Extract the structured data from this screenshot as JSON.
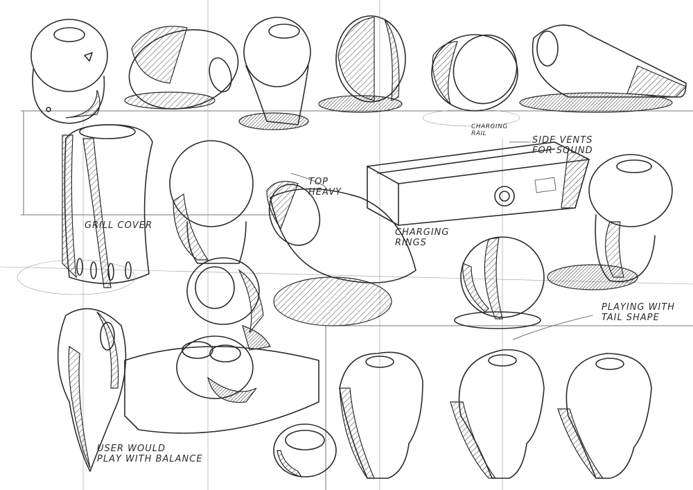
{
  "sketch": {
    "annotations": {
      "grill_cover": "GRILL COVER",
      "top_heavy": "TOP\nHEAVY",
      "side_vents": "SIDE VENTS\nFOR SOUND",
      "charging_rail": "CHARGING\nRAIL",
      "charging_rings": "CHARGING\nRINGS",
      "playing_tail": "PLAYING WITH\nTAIL SHAPE",
      "user_balance": "USER WOULD\nPLAY WITH BALANCE"
    },
    "ink_color": "#2a2a2a",
    "paper_color": "#ffffff"
  }
}
